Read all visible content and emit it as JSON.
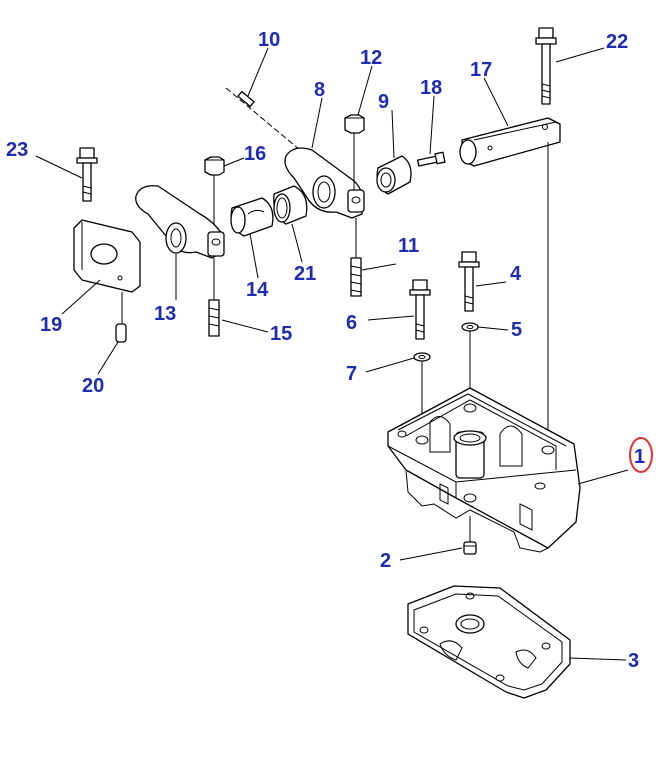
{
  "colors": {
    "label": "#1f2bb0",
    "highlight": "#e03030",
    "line": "#000000"
  },
  "highlighted_part": "1",
  "labels": {
    "p1": "1",
    "p2": "2",
    "p3": "3",
    "p4": "4",
    "p5": "5",
    "p6": "6",
    "p7": "7",
    "p8": "8",
    "p9": "9",
    "p10": "10",
    "p11": "11",
    "p12": "12",
    "p13": "13",
    "p14": "14",
    "p15": "15",
    "p16": "16",
    "p17": "17",
    "p18": "18",
    "p19": "19",
    "p20": "20",
    "p21": "21",
    "p22": "22",
    "p23": "23"
  }
}
